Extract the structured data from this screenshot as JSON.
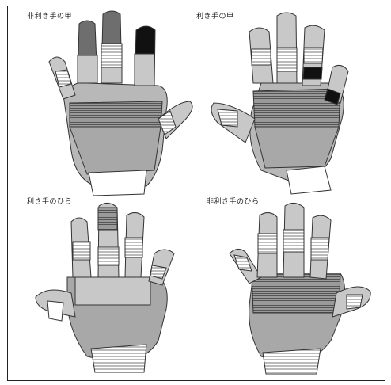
{
  "labels": {
    "top_left": "非利き手の甲",
    "top_right": "利き手の甲",
    "bottom_left": "利き手のひら",
    "bottom_right": "非利き手のひら"
  },
  "colors": {
    "light_gray": "#c8c8c8",
    "mid_gray": "#a8a8a8",
    "dark_gray": "#6e6e6e",
    "black": "#111111",
    "outline": "#333333"
  }
}
